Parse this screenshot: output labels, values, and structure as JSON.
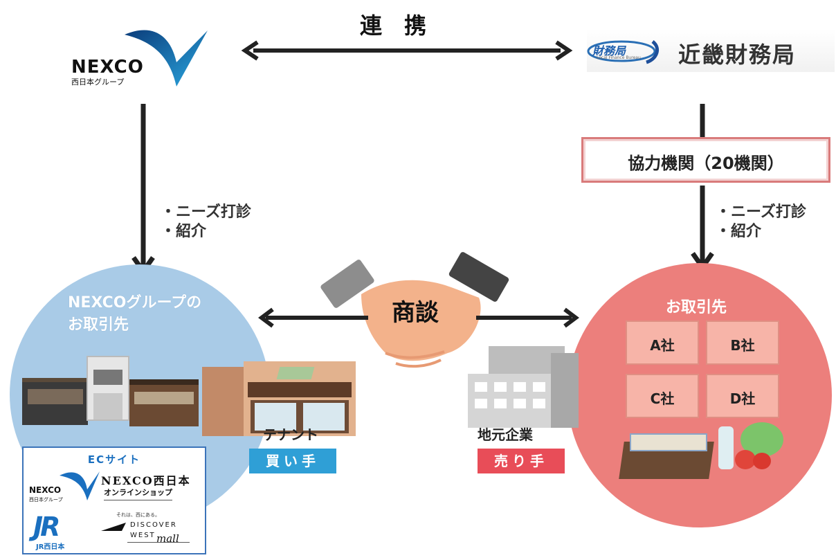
{
  "top_link": {
    "label": "連　携"
  },
  "nexco_logo": {
    "wordmark": "NEXCO",
    "sub": "西日本グループ"
  },
  "kinki_logo": {
    "badge": "財務局",
    "badge_sub": "Local Finance Bureau",
    "title": "近畿財務局"
  },
  "cooperating": {
    "label": "協力機関（20機関）"
  },
  "left_bullets": [
    "・ニーズ打診",
    "・紹介"
  ],
  "right_bullets": [
    "・ニーズ打診",
    "・紹介"
  ],
  "left_circle": {
    "title": "NEXCOグループの\nお取引先"
  },
  "right_circle": {
    "title": "お取引先",
    "companies": [
      "A社",
      "B社",
      "C社",
      "D社"
    ]
  },
  "center": {
    "label": "商談"
  },
  "tenant": {
    "label": "テナント",
    "tag": "買い手"
  },
  "local": {
    "label": "地元企業",
    "tag": "売り手"
  },
  "ec": {
    "title": "ECサイト",
    "nexco_shop_line1": "NEXCO西日本",
    "nexco_shop_line2": "オンラインショップ",
    "nexco_small": "NEXCO",
    "nexco_small_sub": "西日本グループ",
    "jr_label": "JR西日本",
    "discover_tag": "それは、西にある。",
    "discover_line1": "DISCOVER",
    "discover_line2": "WEST",
    "discover_script": "mall"
  },
  "colors": {
    "left_circle": "#a9cbe7",
    "right_circle": "#ec7f7c",
    "tag_blue": "#2f9fd6",
    "tag_red": "#e84d58",
    "nexco_blue": "#1a6fbf",
    "arrow": "#222222",
    "box_border": "#d97b7b"
  }
}
